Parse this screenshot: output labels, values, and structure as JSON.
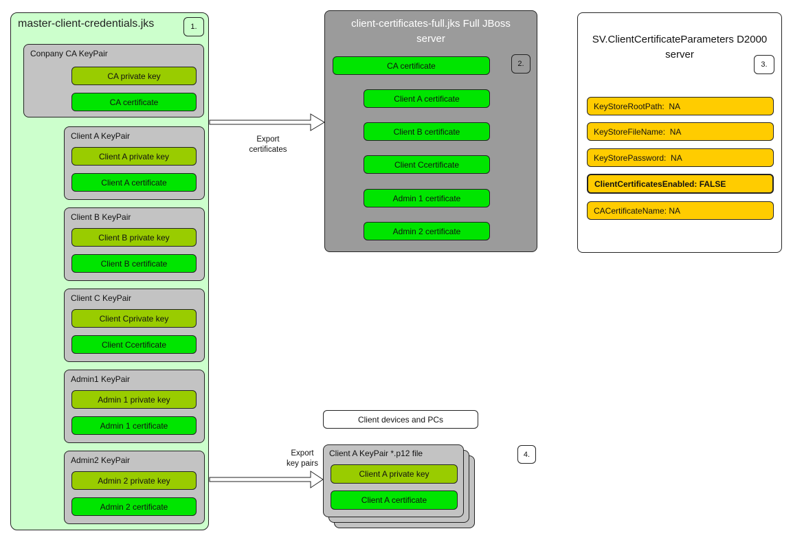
{
  "colors": {
    "panel_green": "#ccffcc",
    "group_gray": "#c3c3c3",
    "server_gray": "#9b9b9b",
    "private_key_green": "#99cc00",
    "certificate_green": "#00e500",
    "parameter_yellow": "#ffcc00",
    "line_color": "#222222"
  },
  "left_panel": {
    "title": "master-client-credentials.jks",
    "badge": "1.",
    "groups": [
      {
        "label": "Conpany CA KeyPair",
        "private_key": "CA private key",
        "certificate": "CA certificate"
      },
      {
        "label": "Client A KeyPair",
        "private_key": "Client A private key",
        "certificate": "Client A certificate"
      },
      {
        "label": "Client B KeyPair",
        "private_key": "Client B private key",
        "certificate": "Client B certificate"
      },
      {
        "label": "Client C KeyPair",
        "private_key": "Client Cprivate key",
        "certificate": "Client Ccertificate"
      },
      {
        "label": "Admin1 KeyPair",
        "private_key": "Admin 1 private key",
        "certificate": "Admin 1 certificate"
      },
      {
        "label": "Admin2 KeyPair",
        "private_key": "Admin 2 private key",
        "certificate": "Admin 2 certificate"
      }
    ]
  },
  "export_certificates_arrow": {
    "line1": "Export",
    "line2": "certificates"
  },
  "export_key_pairs_arrow": {
    "line1": "Export",
    "line2": "key pairs"
  },
  "jboss_panel": {
    "title": "client-certificates-full.jks Full JBoss server",
    "badge": "2.",
    "certificates": [
      "CA certificate",
      "Client A certificate",
      "Client B certificate",
      "Client Ccertificate",
      "Admin 1 certificate",
      "Admin 2 certificate"
    ]
  },
  "d2000_panel": {
    "title": "SV.ClientCertificateParameters D2000 server",
    "badge": "3.",
    "parameters": [
      {
        "text": "KeyStoreRootPath:  NA"
      },
      {
        "text": "KeyStoreFileName:  NA"
      },
      {
        "text": "KeyStorePassword:  NA"
      },
      {
        "text": "ClientCertificatesEnabled: FALSE"
      },
      {
        "text": "CACertificateName: NA"
      }
    ]
  },
  "client_devices": {
    "header": "Client devices and PCs",
    "badge": "4.",
    "card": {
      "title": "Client A KeyPair *.p12 file",
      "private_key": "Client A private key",
      "certificate": "Client A certificate"
    }
  }
}
